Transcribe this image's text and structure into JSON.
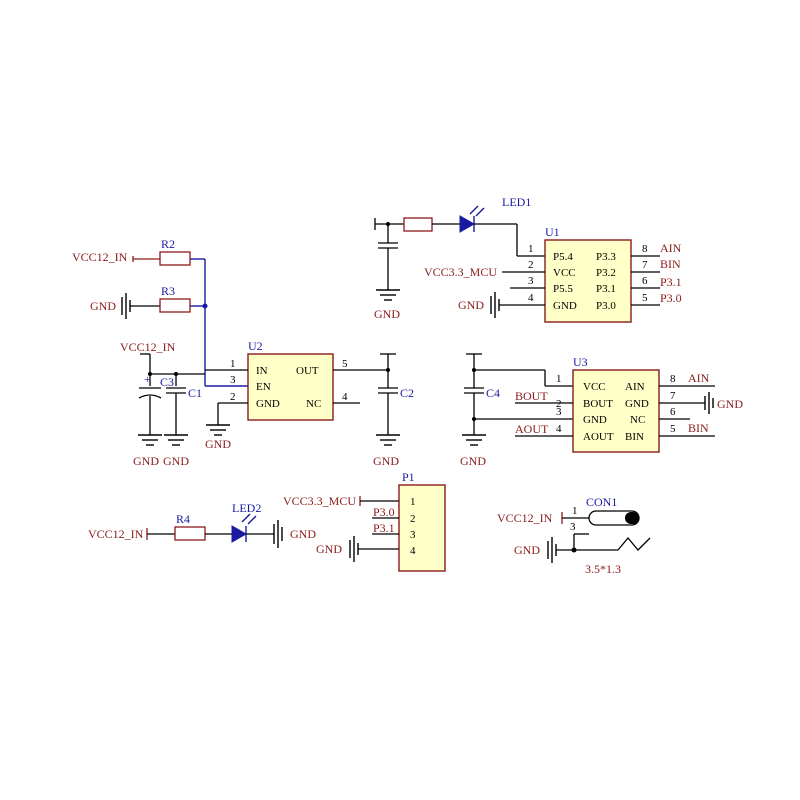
{
  "nets": {
    "vcc12_in": "VCC12_IN",
    "gnd": "GND",
    "vcc33_mcu": "VCC3.3_MCU",
    "ain": "AIN",
    "bin": "BIN",
    "aout": "AOUT",
    "bout": "BOUT",
    "p30": "P3.0",
    "p31": "P3.1"
  },
  "components": {
    "r2": "R2",
    "r3": "R3",
    "r4": "R4",
    "c1": "C1",
    "c2": "C2",
    "c3": "C3",
    "c4": "C4",
    "led1": "LED1",
    "led2": "LED2",
    "u1": "U1",
    "u2": "U2",
    "u3": "U3",
    "p1": "P1",
    "con1": "CON1",
    "con1_value": "3.5*1.3"
  },
  "u2": {
    "pins_left": [
      {
        "num": "1",
        "name": "IN"
      },
      {
        "num": "3",
        "name": "EN"
      },
      {
        "num": "2",
        "name": "GND"
      }
    ],
    "pins_right": [
      {
        "num": "5",
        "name": "OUT"
      },
      {
        "num": "4",
        "name": "NC"
      }
    ]
  },
  "u1": {
    "pins_left": [
      {
        "num": "1",
        "name": "P5.4"
      },
      {
        "num": "2",
        "name": "VCC"
      },
      {
        "num": "3",
        "name": "P5.5"
      },
      {
        "num": "4",
        "name": "GND"
      }
    ],
    "pins_right": [
      {
        "num": "8",
        "name": "P3.3"
      },
      {
        "num": "7",
        "name": "P3.2"
      },
      {
        "num": "6",
        "name": "P3.1"
      },
      {
        "num": "5",
        "name": "P3.0"
      }
    ]
  },
  "u3": {
    "pins_left": [
      {
        "num": "1",
        "name": "VCC"
      },
      {
        "num": "2",
        "name": "BOUT"
      },
      {
        "num": "3",
        "name": "GND"
      },
      {
        "num": "4",
        "name": "AOUT"
      }
    ],
    "pins_right": [
      {
        "num": "8",
        "name": "AIN"
      },
      {
        "num": "7",
        "name": "GND"
      },
      {
        "num": "6",
        "name": "NC"
      },
      {
        "num": "5",
        "name": "BIN"
      }
    ]
  },
  "p1": {
    "pins": [
      "1",
      "2",
      "3",
      "4"
    ]
  },
  "con1": {
    "pins": [
      "1",
      "3"
    ]
  }
}
